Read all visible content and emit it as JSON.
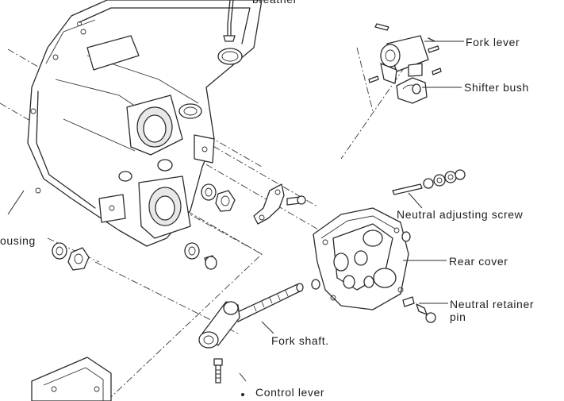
{
  "labels": {
    "breather": "breather",
    "fork_lever": "Fork lever",
    "shifter_bush": "Shifter bush",
    "neutral_adjusting_screw": "Neutral adjusting screw",
    "housing": "ousing",
    "rear_cover": "Rear cover",
    "neutral_retainer_pin_line1": "Neutral retainer",
    "neutral_retainer_pin_line2": "pin",
    "fork_shaft": "Fork shaft.",
    "control_lever": "Control lever"
  }
}
